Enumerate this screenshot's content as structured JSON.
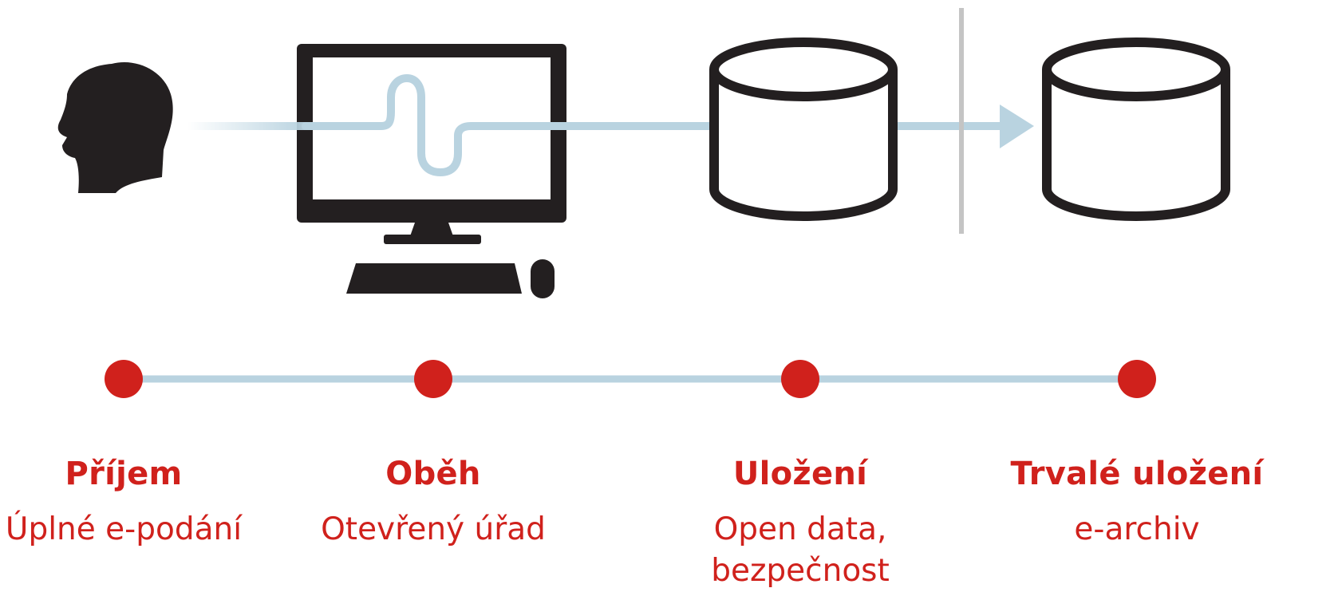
{
  "colors": {
    "accent_red": "#d0211c",
    "flow_line": "#b9d3e0",
    "icon_black": "#231f20",
    "divider_gray": "#c4c4c4"
  },
  "icons": [
    "person-head-icon",
    "computer-monitor-icon",
    "keyboard-icon",
    "mouse-icon",
    "database-icon",
    "archive-database-icon",
    "flow-arrow-icon"
  ],
  "stages": [
    {
      "title": "Příjem",
      "subtitle": "Úplné e-podání"
    },
    {
      "title": "Oběh",
      "subtitle": "Otevřený úřad"
    },
    {
      "title": "Uložení",
      "subtitle": "Open data, bezpečnost"
    },
    {
      "title": "Trvalé uložení",
      "subtitle": "e-archiv"
    }
  ]
}
